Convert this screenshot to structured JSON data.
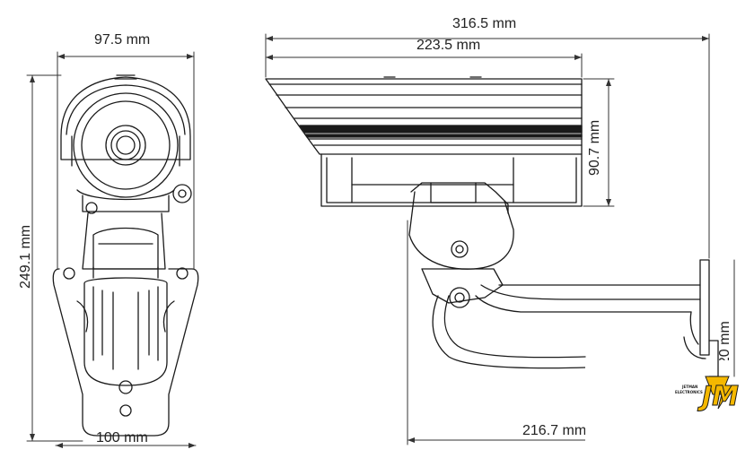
{
  "dimensions": {
    "front_width_top": "97.5 mm",
    "front_height": "249.1 mm",
    "front_width_bottom": "100 mm",
    "side_total_length": "316.5 mm",
    "side_housing_length": "223.5 mm",
    "side_housing_height": "90.7 mm",
    "side_mount_length": "216.7 mm",
    "side_bracket_height": "120 mm"
  },
  "logo": {
    "line1": "JETMAN",
    "line2": "ELECTRONICS",
    "initials": "JM",
    "colors": {
      "primary": "#f5b800",
      "accent": "#1a1a1a"
    }
  }
}
